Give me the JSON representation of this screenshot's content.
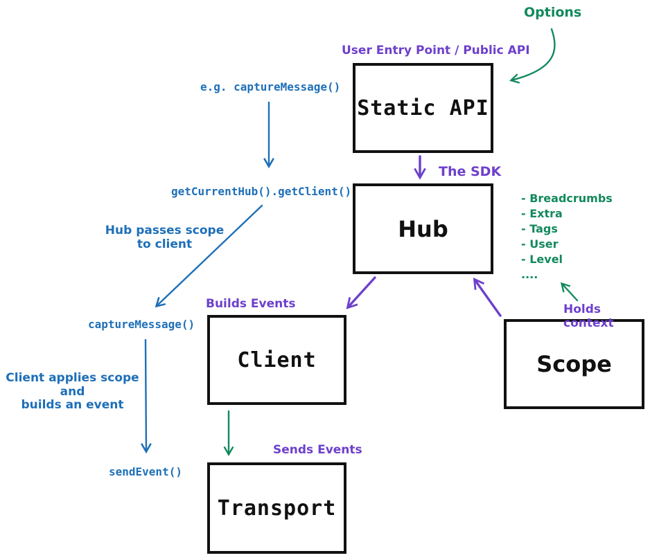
{
  "colors": {
    "blue": "#1e6fb8",
    "purple": "#6d40cc",
    "green": "#12895c",
    "ink": "#111111",
    "paper": "#ffffff"
  },
  "boxes": {
    "static_api": {
      "label": "Static API",
      "caption": "User Entry Point / Public API"
    },
    "hub": {
      "label": "Hub",
      "caption": "The SDK"
    },
    "client": {
      "label": "Client",
      "caption": "Builds Events"
    },
    "scope": {
      "label": "Scope",
      "caption": "Holds context"
    },
    "transport": {
      "label": "Transport",
      "caption": "Sends Events"
    }
  },
  "annotations": {
    "options": "Options",
    "eg_capture_message": "e.g. captureMessage()",
    "get_current_hub": "getCurrentHub().getClient()",
    "hub_passes_scope": "Hub passes scope\nto client",
    "capture_message": "captureMessage()",
    "client_applies_scope": "Client applies scope and\nbuilds an event",
    "send_event": "sendEvent()",
    "scope_context_items": [
      "- Breadcrumbs",
      "- Extra",
      "- Tags",
      "- User",
      "- Level",
      "...."
    ]
  }
}
